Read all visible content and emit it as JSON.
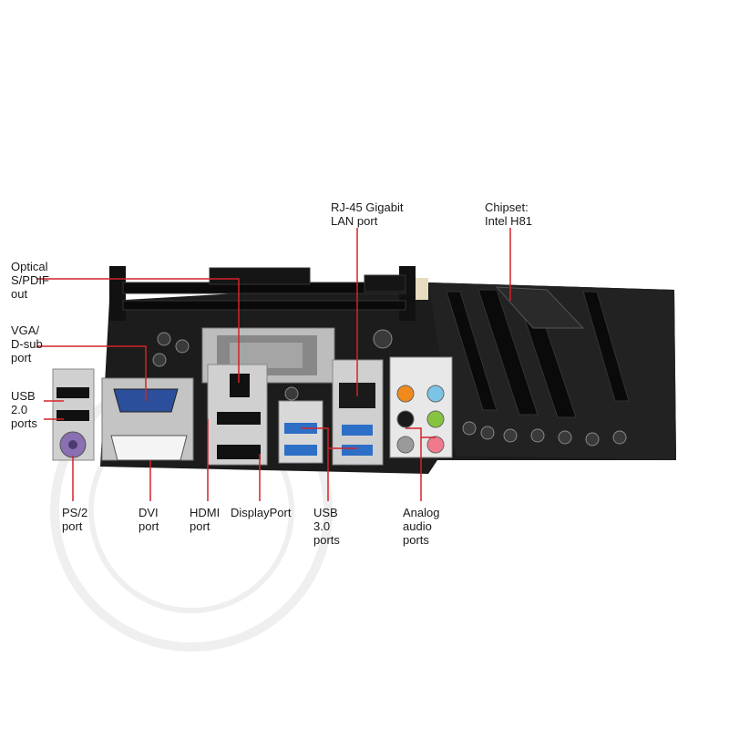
{
  "labels": {
    "rj45": {
      "lines": [
        "RJ-45 Gigabit",
        "LAN port"
      ]
    },
    "chipset": {
      "lines": [
        "Chipset:",
        "Intel H81"
      ]
    },
    "optical": {
      "lines": [
        "Optical",
        "S/PDIF",
        "out"
      ]
    },
    "vga": {
      "lines": [
        "VGA/",
        "D-sub",
        "port"
      ]
    },
    "usb2": {
      "lines": [
        "USB",
        "2.0",
        "ports"
      ]
    },
    "ps2": {
      "lines": [
        "PS/2",
        "port"
      ]
    },
    "dvi": {
      "lines": [
        "DVI",
        "port"
      ]
    },
    "hdmi": {
      "lines": [
        "HDMI",
        "port"
      ]
    },
    "displayport": {
      "lines": [
        "DisplayPort"
      ]
    },
    "usb3": {
      "lines": [
        "USB",
        "3.0",
        "ports"
      ]
    },
    "audio": {
      "lines": [
        "Analog",
        "audio",
        "ports"
      ]
    }
  },
  "colors": {
    "callout": "#d2232a",
    "pcb": "#1c1c1c",
    "io_metal": "#cfcfcf",
    "usb3_blue": "#2d6fc6",
    "audio_orange": "#f08a1c",
    "audio_blue": "#7cc4e6",
    "audio_pink": "#f07a8c",
    "audio_green": "#86c440",
    "ps2_purple": "#8a6fb3"
  }
}
